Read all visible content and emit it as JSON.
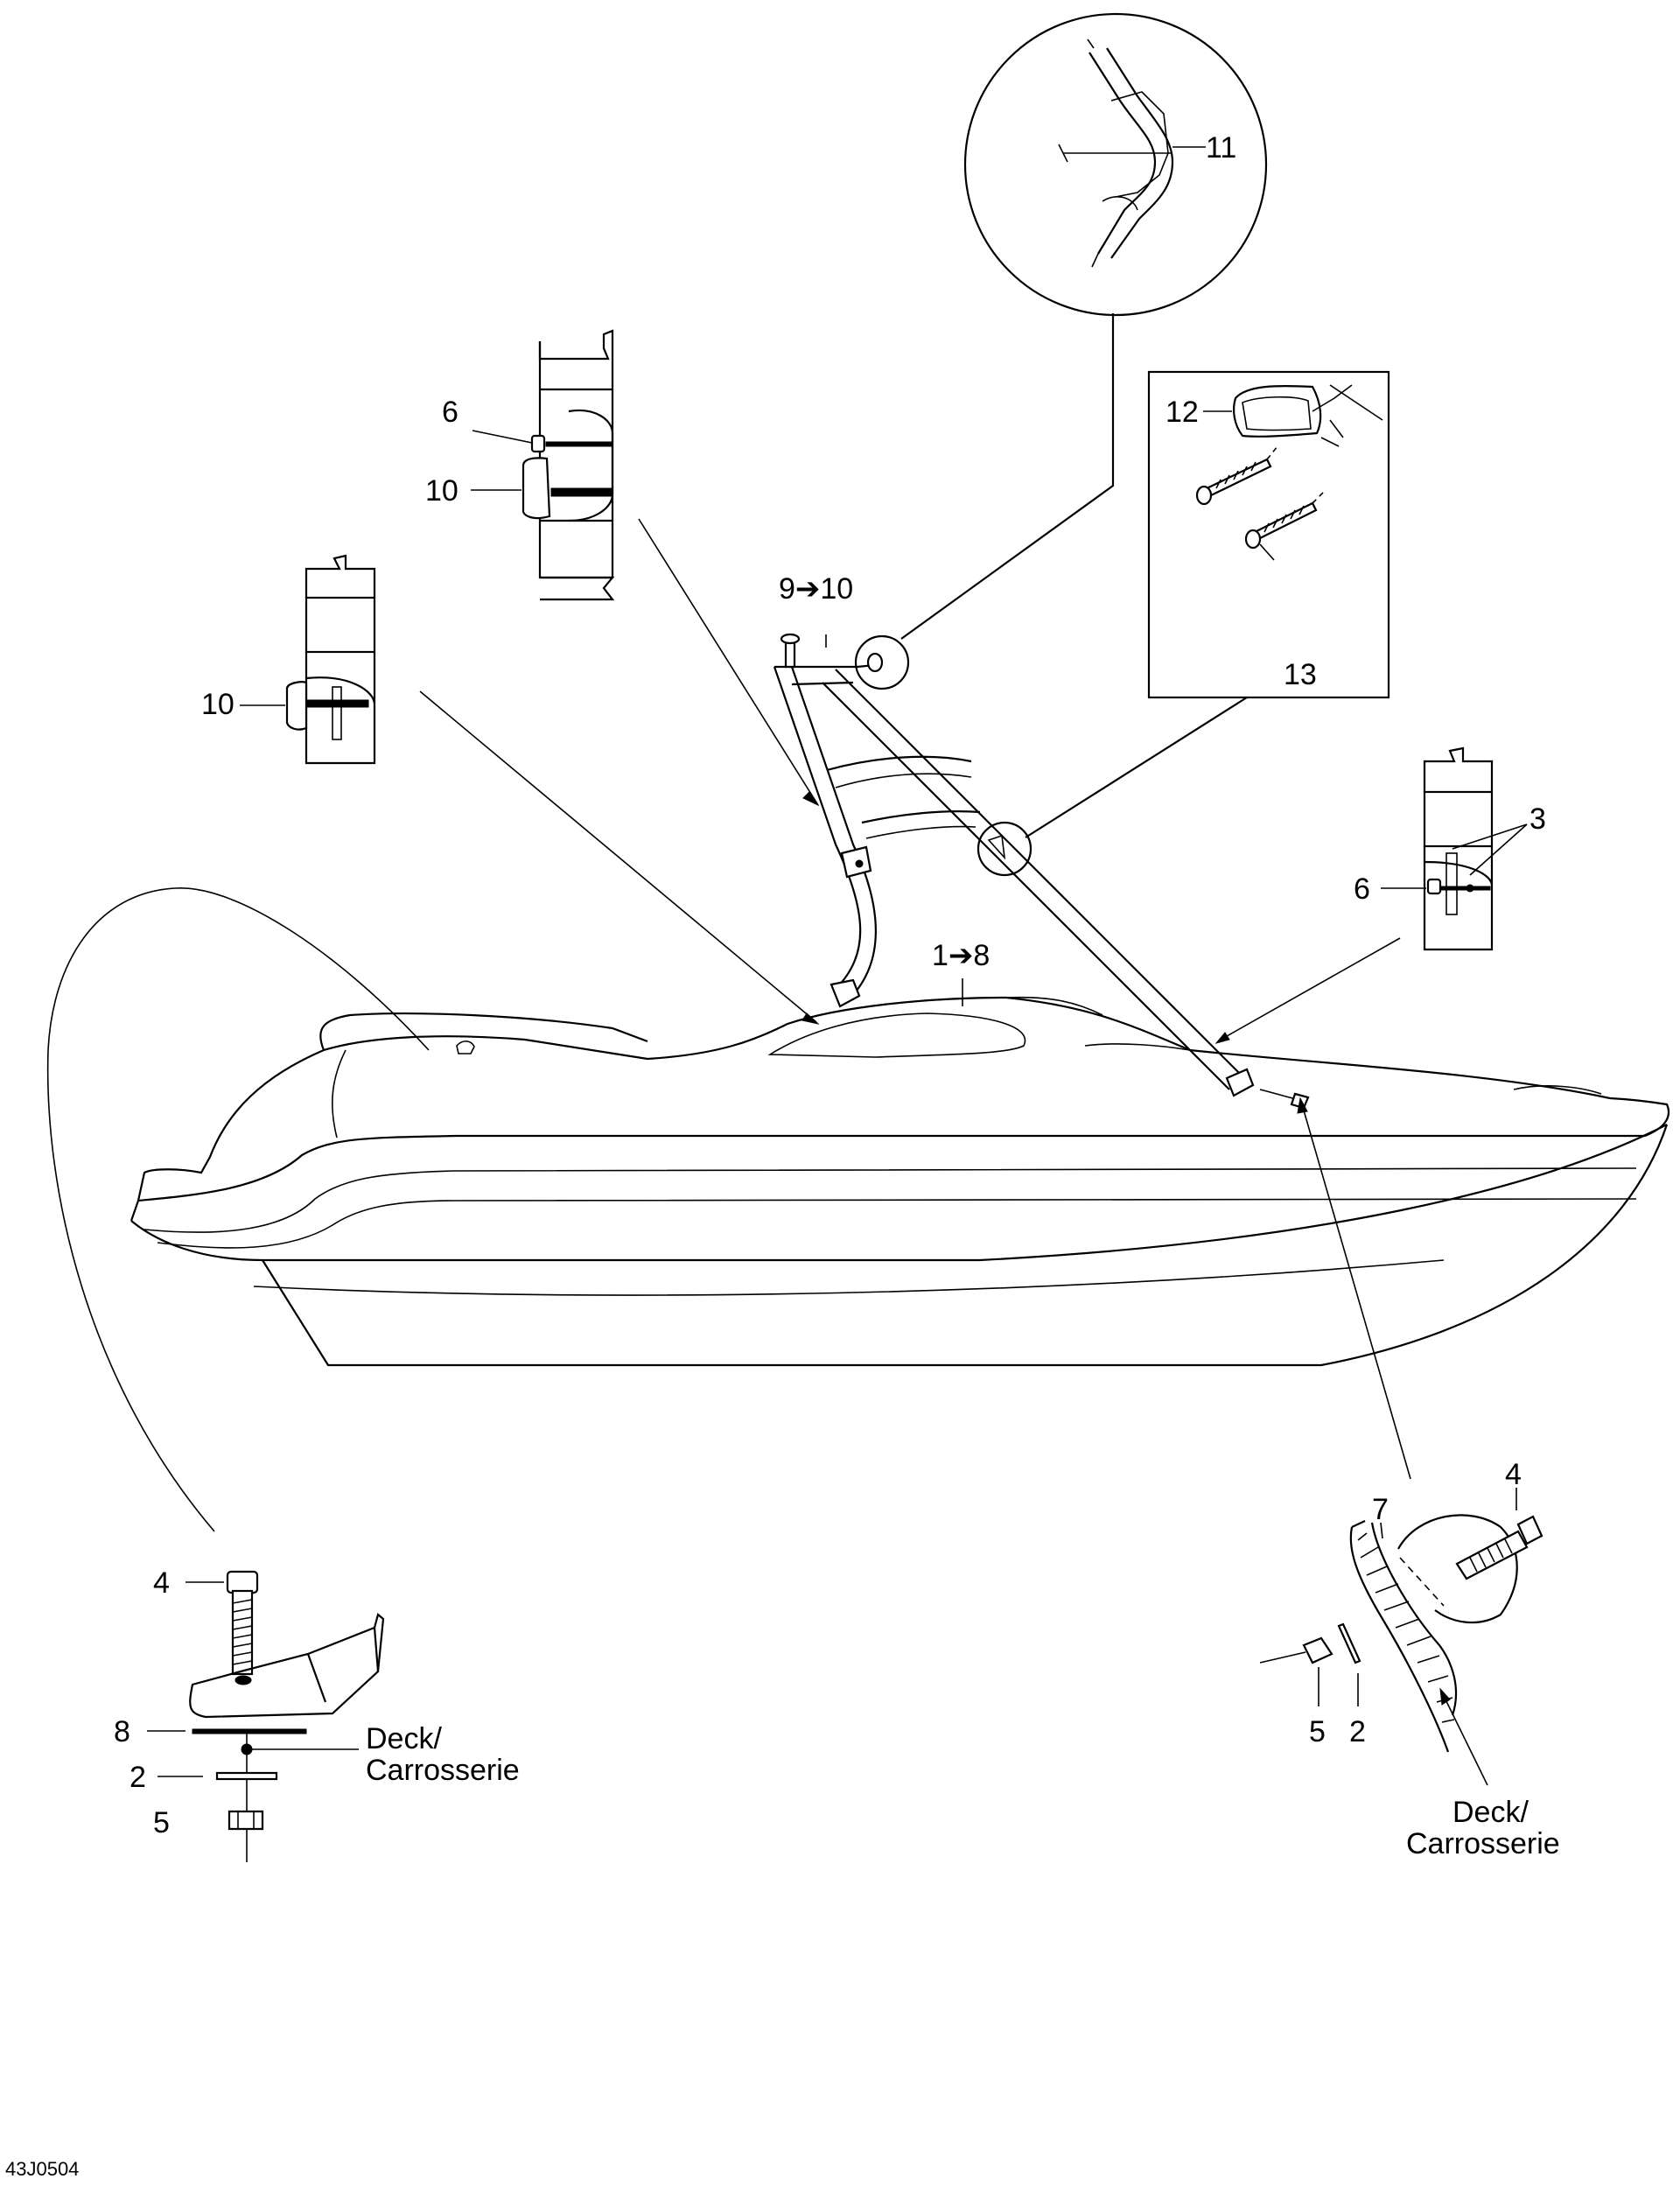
{
  "callouts": {
    "c11": "11",
    "c6_top": "6",
    "c10_top": "10",
    "c10_left": "10",
    "c9_10": "9➔10",
    "c12": "12",
    "c13": "13",
    "c3": "3",
    "c6_right": "6",
    "c1_8": "1➔8",
    "c4_left": "4",
    "c8": "8",
    "c2_left": "2",
    "c5_left": "5",
    "c4_right": "4",
    "c7": "7",
    "c5_right": "5",
    "c2_right": "2"
  },
  "labels": {
    "deck_left_1": "Deck/",
    "deck_left_2": "Carrosserie",
    "deck_right_1": "Deck/",
    "deck_right_2": "Carrosserie"
  },
  "drawing_ref": "43J0504"
}
